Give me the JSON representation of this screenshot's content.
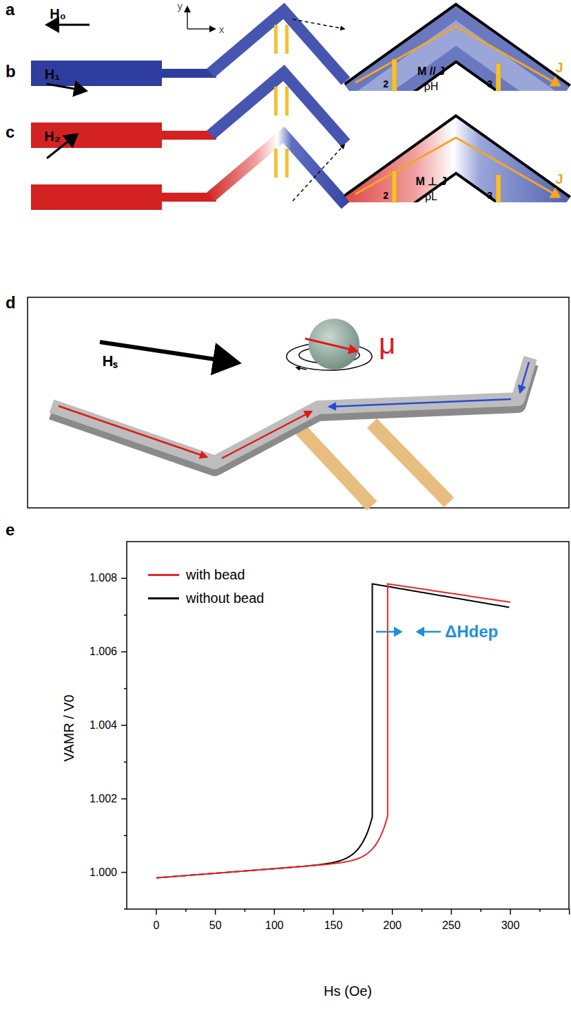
{
  "diagram": {
    "labels": [
      "a",
      "H₀",
      "y",
      "x",
      "b",
      "H₁",
      "c",
      "H₂",
      "J",
      "M // J",
      "ρH",
      "2",
      "3",
      "J",
      "M ⊥ J",
      "ρL",
      "2",
      "3",
      "d",
      "Hₛ",
      "μ",
      "e",
      "1.000",
      "1.002",
      "1.004",
      "1.006",
      "1.008",
      "0",
      "50",
      "100",
      "150",
      "200",
      "250",
      "300",
      "VAMR / V0",
      "Hs (Oe)",
      "ΔHdep"
    ],
    "legend": [
      {
        "text": "with bead",
        "color": "#e8262a"
      },
      {
        "text": "without bead",
        "color": "#000000"
      }
    ]
  }
}
